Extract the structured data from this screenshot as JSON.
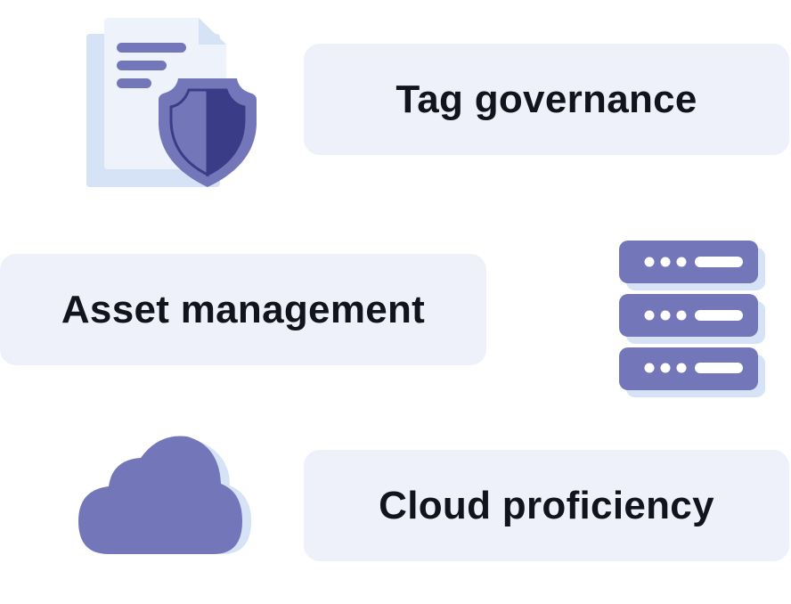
{
  "features": [
    {
      "label": "Tag governance",
      "icon": "document-shield-icon"
    },
    {
      "label": "Asset management",
      "icon": "server-stack-icon"
    },
    {
      "label": "Cloud proficiency",
      "icon": "cloud-icon"
    }
  ],
  "colors": {
    "accent": "#7476BA",
    "accent_dark": "#3B3C88",
    "shadow": "#D6E2F5",
    "paper": "#EEF2FA",
    "pill_bg": "#EEF1F9",
    "text": "#13131F"
  }
}
